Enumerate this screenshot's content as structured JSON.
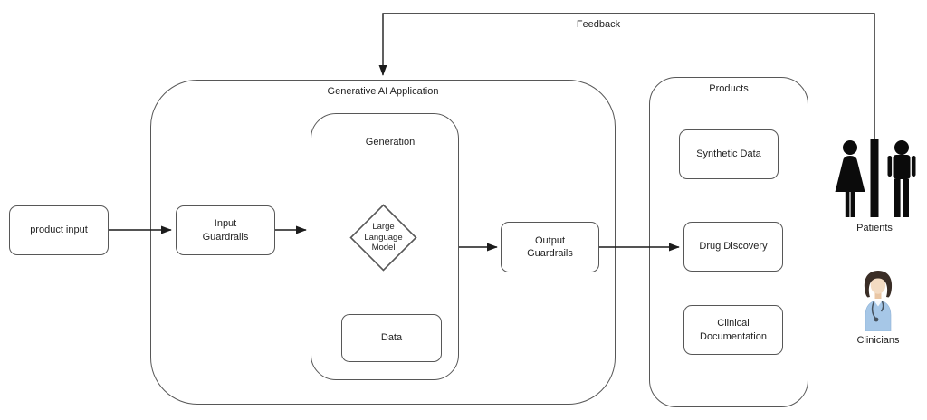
{
  "palette": {
    "border_color": "#575757",
    "line_color": "#1c1c1c",
    "text_color": "#1f1f1f",
    "scrub_blue": "#a6c7e7",
    "hair_brown": "#3a2d26",
    "skin_tone": "#f3dbc2"
  },
  "containers": {
    "generative_ai_application": {
      "label": "Generative AI Application"
    },
    "generation": {
      "label": "Generation"
    },
    "products": {
      "label": "Products"
    }
  },
  "nodes": {
    "product_input": {
      "label": "product input"
    },
    "input_guardrails": {
      "label": "Input\nGuardrails"
    },
    "large_language_model": {
      "label": "Large\nLanguage\nModel"
    },
    "data": {
      "label": "Data"
    },
    "output_guardrails": {
      "label": "Output\nGuardrails"
    },
    "synthetic_data": {
      "label": "Synthetic Data"
    },
    "drug_discovery": {
      "label": "Drug Discovery"
    },
    "clinical_documentation": {
      "label": "Clinical\nDocumentation"
    }
  },
  "edges": {
    "feedback": {
      "label": "Feedback"
    }
  },
  "actors": {
    "patients": {
      "label": "Patients",
      "icon": "restroom-man-woman-icon"
    },
    "clinicians": {
      "label": "Clinicians",
      "icon": "doctor-avatar-icon"
    }
  }
}
